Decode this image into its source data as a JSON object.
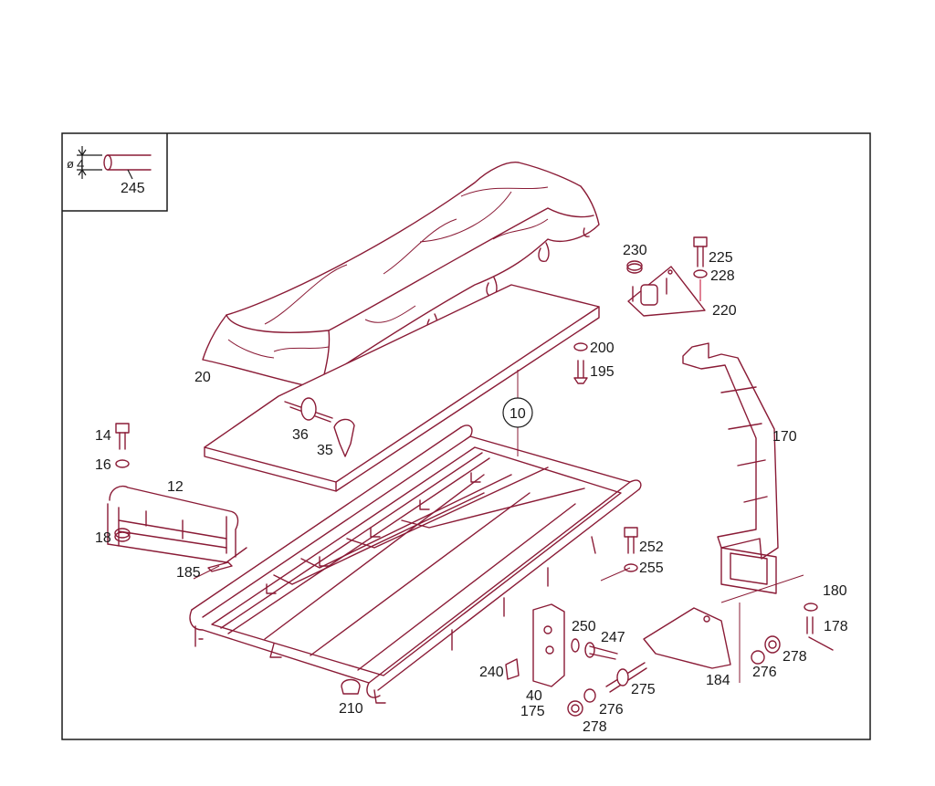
{
  "inset": {
    "diameter_symbol": "ø",
    "diameter_value": "4",
    "part_number": "245"
  },
  "callouts": [
    {
      "id": "c20",
      "text": "20"
    },
    {
      "id": "c10",
      "text": "10"
    },
    {
      "id": "c36",
      "text": "36"
    },
    {
      "id": "c35",
      "text": "35"
    },
    {
      "id": "c14",
      "text": "14"
    },
    {
      "id": "c16",
      "text": "16"
    },
    {
      "id": "c12",
      "text": "12"
    },
    {
      "id": "c18",
      "text": "18"
    },
    {
      "id": "c185",
      "text": "185"
    },
    {
      "id": "c210",
      "text": "210"
    },
    {
      "id": "c230",
      "text": "230"
    },
    {
      "id": "c225",
      "text": "225"
    },
    {
      "id": "c228",
      "text": "228"
    },
    {
      "id": "c220",
      "text": "220"
    },
    {
      "id": "c200",
      "text": "200"
    },
    {
      "id": "c195",
      "text": "195"
    },
    {
      "id": "c170",
      "text": "170"
    },
    {
      "id": "c252",
      "text": "252"
    },
    {
      "id": "c255",
      "text": "255"
    },
    {
      "id": "c250",
      "text": "250"
    },
    {
      "id": "c247",
      "text": "247"
    },
    {
      "id": "c240",
      "text": "240"
    },
    {
      "id": "c40",
      "text": "40"
    },
    {
      "id": "c175",
      "text": "175"
    },
    {
      "id": "c275",
      "text": "275"
    },
    {
      "id": "c276a",
      "text": "276"
    },
    {
      "id": "c278a",
      "text": "278"
    },
    {
      "id": "c184",
      "text": "184"
    },
    {
      "id": "c276b",
      "text": "276"
    },
    {
      "id": "c278b",
      "text": "278"
    },
    {
      "id": "c180",
      "text": "180"
    },
    {
      "id": "c178",
      "text": "178"
    }
  ]
}
